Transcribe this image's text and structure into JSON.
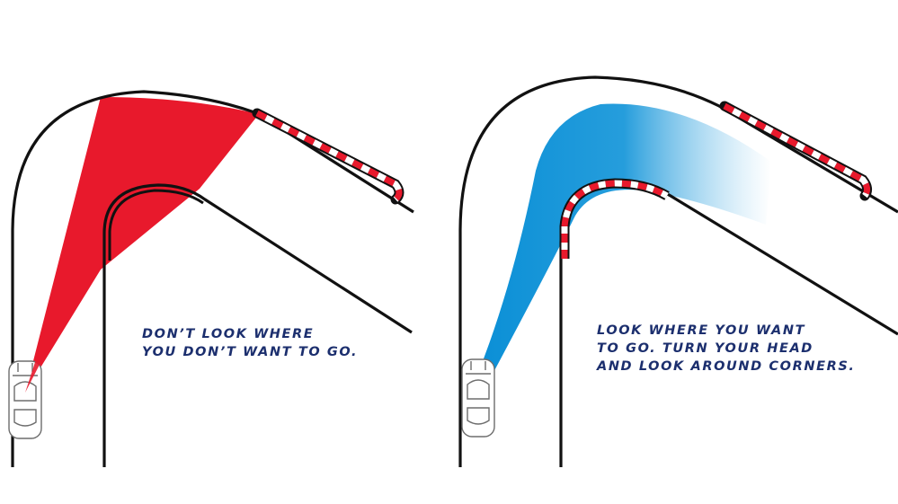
{
  "panels": [
    {
      "id": "left",
      "caption_lines": [
        "DON’T LOOK WHERE",
        "YOU DON’T WANT TO GO."
      ],
      "cone_color": "#e8192c"
    },
    {
      "id": "right",
      "caption_lines": [
        "LOOK WHERE YOU WANT",
        "TO GO. TURN YOUR HEAD",
        "AND LOOK AROUND CORNERS."
      ],
      "beam_color": "#0a8fd6"
    }
  ],
  "colors": {
    "road_edge": "#111111",
    "curb_red": "#e8192c",
    "curb_white": "#ffffff",
    "caption_text": "#1c2f6e",
    "car_outline": "#6d6d6d"
  }
}
